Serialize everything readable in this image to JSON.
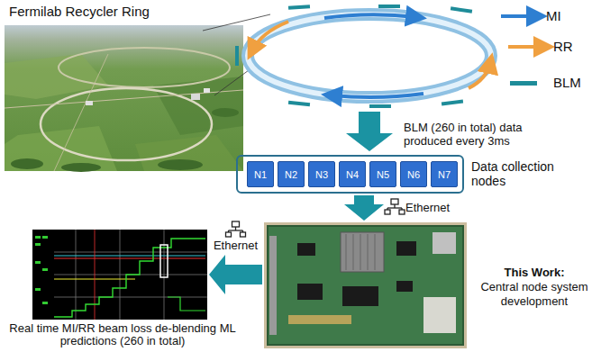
{
  "diagram": {
    "nodes": [
      {
        "text": [
          "Data collection nodes"
        ]
      },
      {
        "text": [
          "N1"
        ],
        "in": 0
      },
      {
        "text": [
          "N2"
        ],
        "in": 0
      },
      {
        "text": [
          "N3"
        ],
        "in": 0
      },
      {
        "text": [
          "N4"
        ],
        "in": 0
      },
      {
        "text": [
          "N5"
        ],
        "in": 0
      },
      {
        "text": [
          "N6"
        ],
        "in": 0
      },
      {
        "text": [
          "N7"
        ],
        "in": 0
      },
      {
        "text": [
          "This Work:",
          "Central node system development"
        ]
      },
      {
        "text": [
          "Real time MI/RR beam loss de-blending ML predictions (260 in total)"
        ]
      }
    ],
    "edges": [
      {
        "from": 0,
        "to": 8,
        "arrow": "to",
        "label": "Ethernet"
      },
      {
        "from": 8,
        "to": 9,
        "arrow": "to",
        "label": "Ethernet"
      }
    ],
    "labels": [
      "Fermilab Recycler Ring",
      "BLM (260 in total) data produced every 3ms"
    ],
    "legend": [
      {
        "text": "MI"
      },
      {
        "text": "RR"
      },
      {
        "text": "BLM",
        "color": "#1e8c99"
      }
    ]
  }
}
